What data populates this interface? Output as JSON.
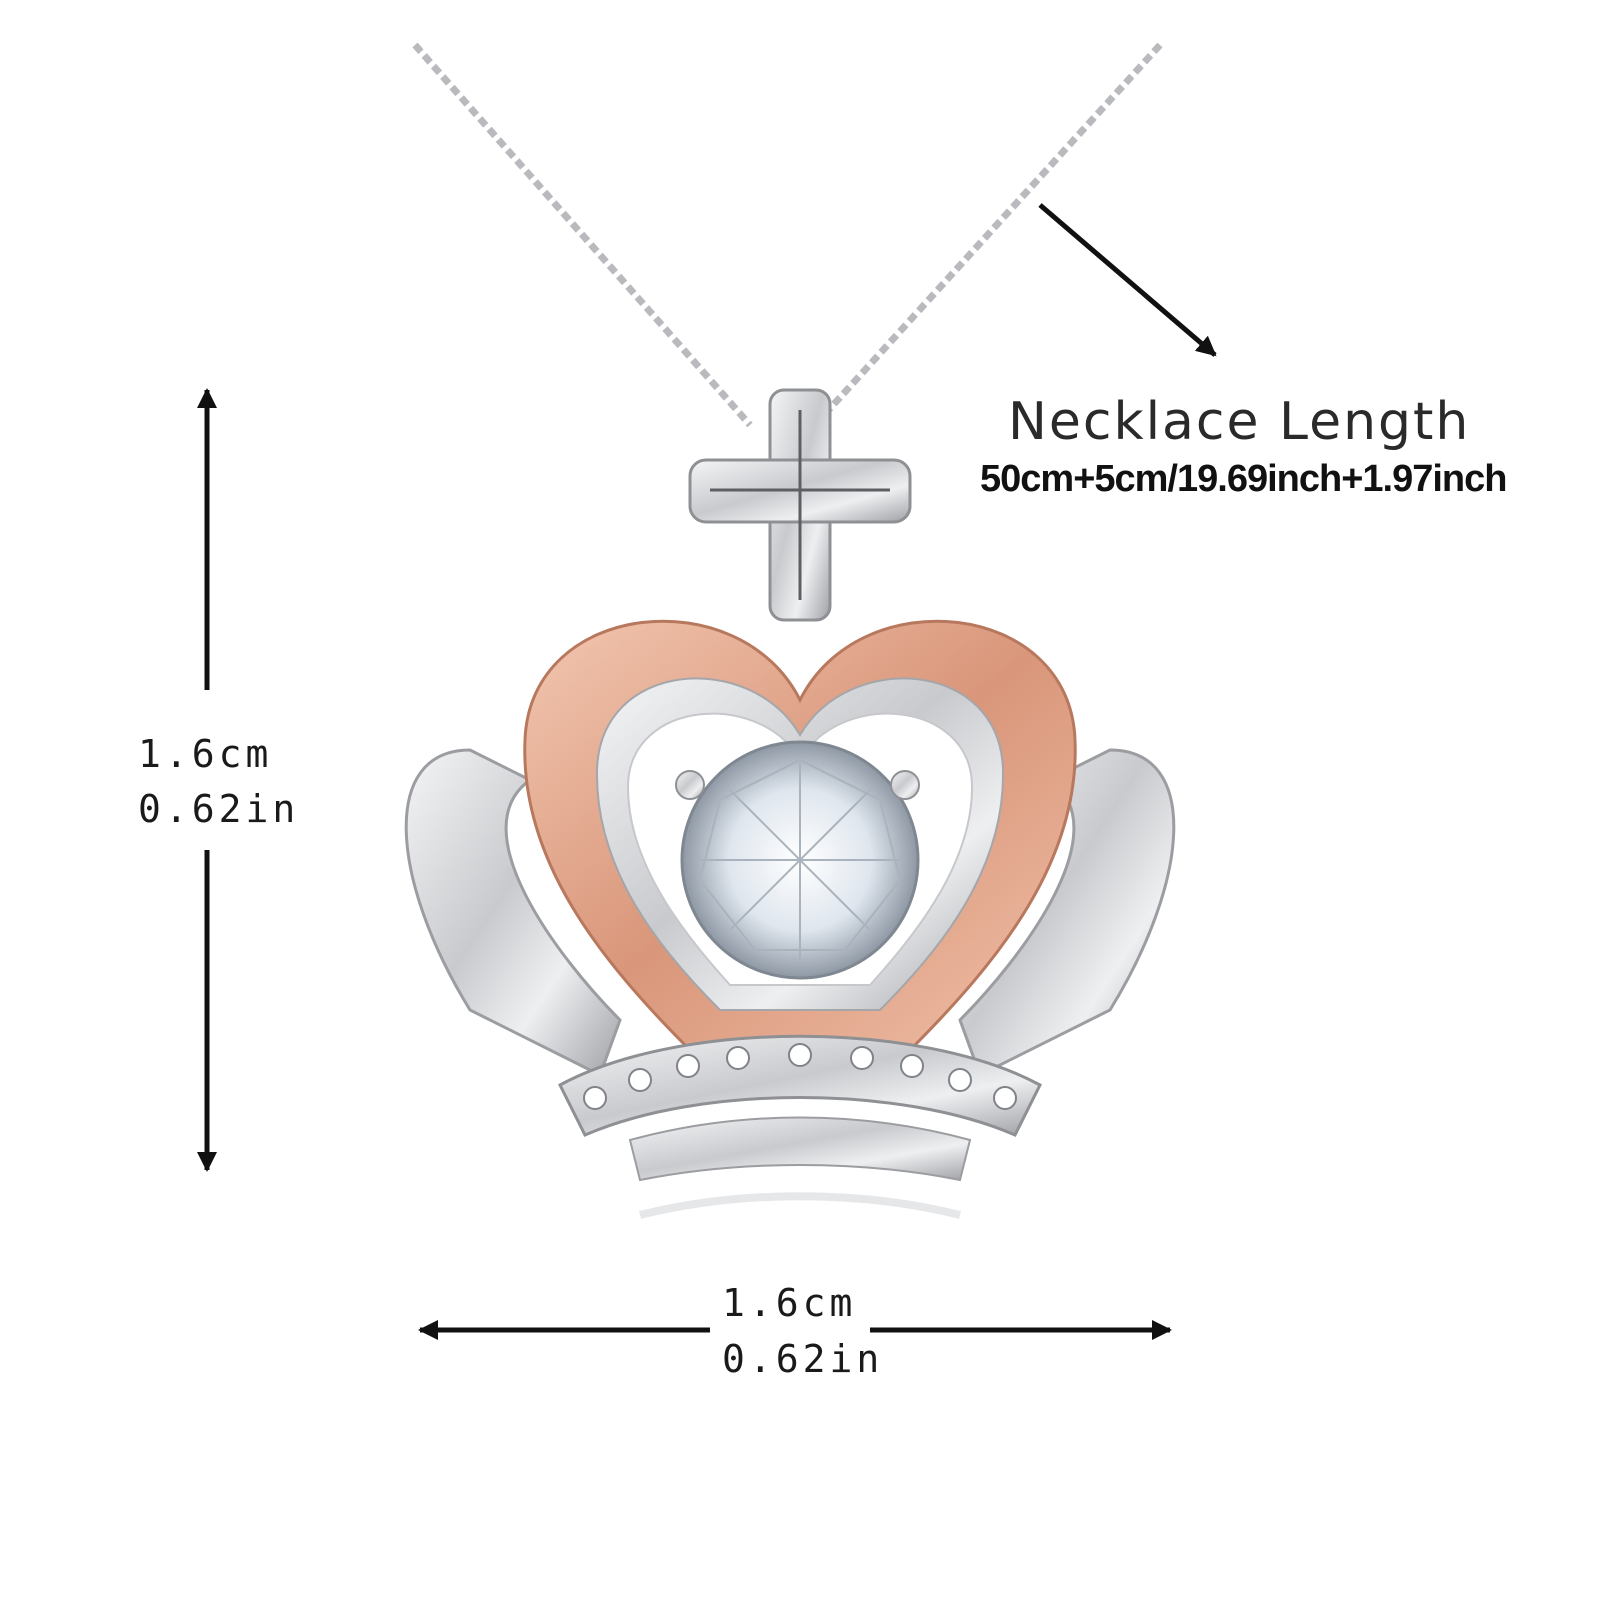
{
  "colors": {
    "background": "#ffffff",
    "silver": "#d9dadd",
    "rose_gold": "#e3a78c",
    "arrow": "#111111"
  },
  "icons": {
    "pendant": "crown-pendant-icon",
    "cross": "cross-icon",
    "gem": "gemstone-icon",
    "chain": "box-chain-icon"
  },
  "dimensions": {
    "height_cm": "1.6cm",
    "height_in": "0.62in",
    "width_cm": "1.6cm",
    "width_in": "0.62in"
  },
  "necklace": {
    "length_title": "Necklace Length",
    "length_value": "50cm+5cm/19.69inch+1.97inch"
  }
}
